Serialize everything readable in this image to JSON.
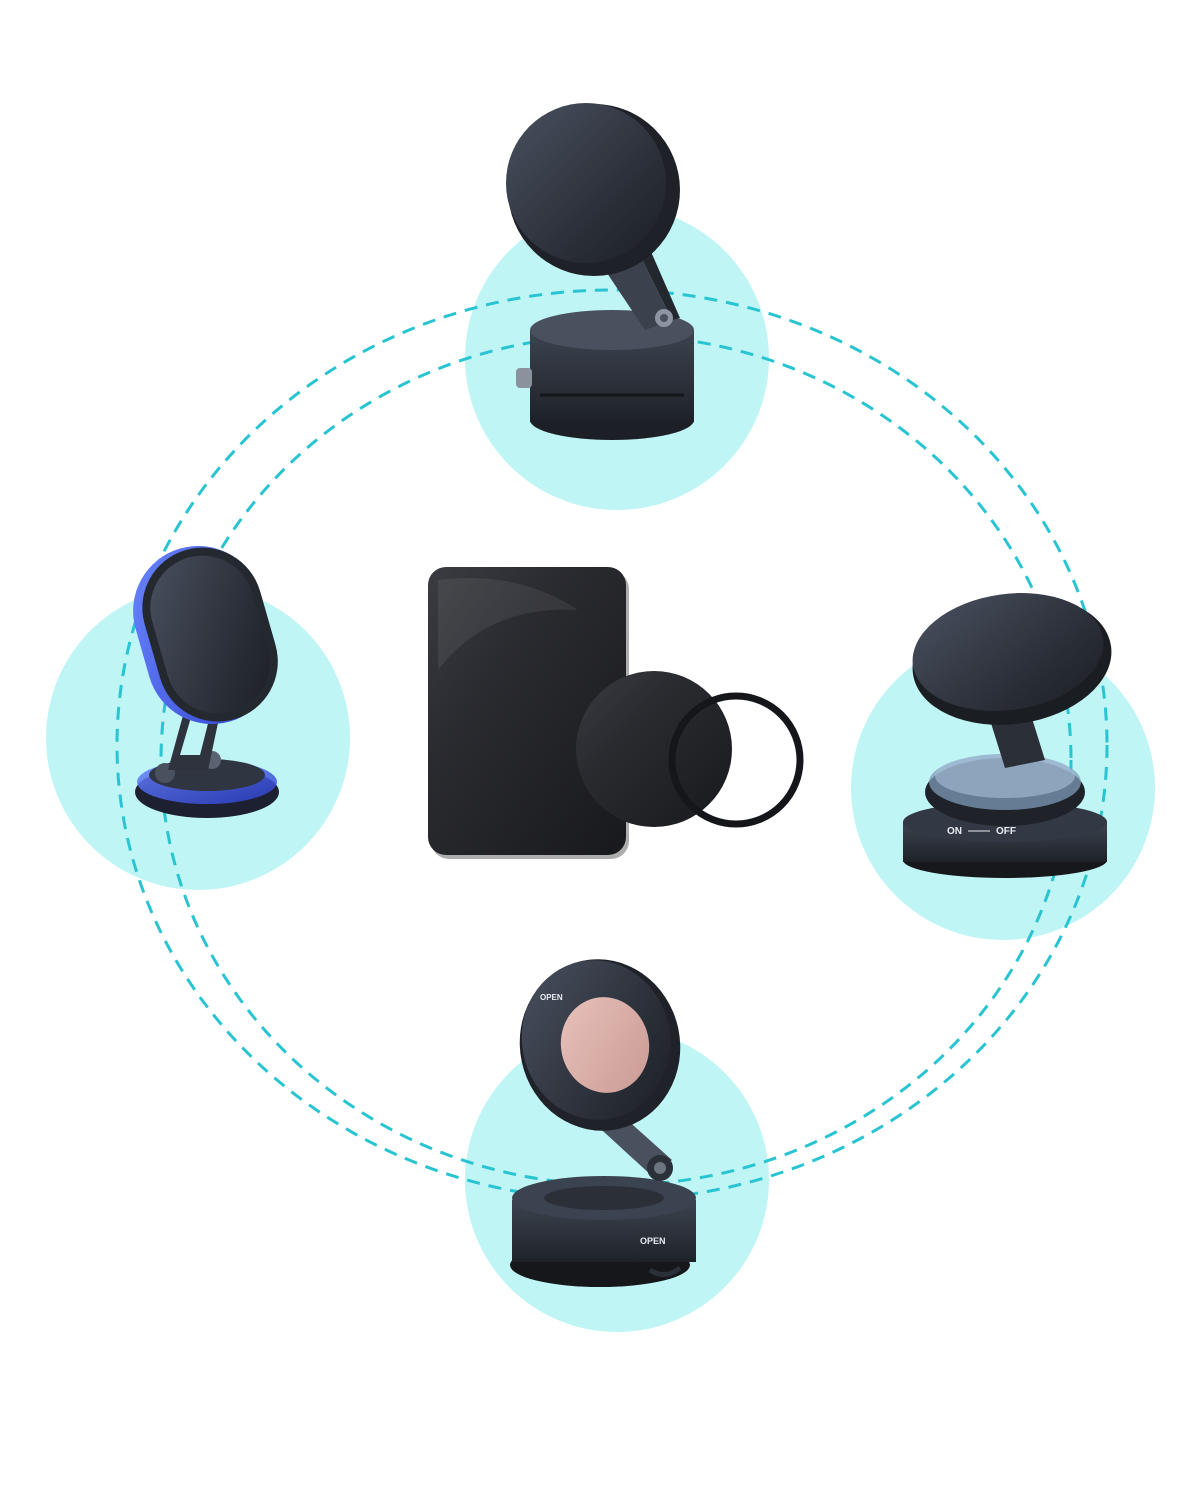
{
  "colors": {
    "background": "#ffffff",
    "circle_fill": "#bff5f5",
    "dash_ring": "#29c4d2",
    "metal_dark": "#2b2f36",
    "metal_mid": "#3a404b",
    "plate_black": "#1f2024",
    "pad_pink": "#d8b0aa",
    "accent_blue": "#4b6cff"
  },
  "products": {
    "top": {
      "icon": "round-magnetic-holder-icon"
    },
    "left": {
      "icon": "oval-magnetic-holder-icon"
    },
    "right": {
      "icon": "foldable-disc-holder-icon",
      "labels": {
        "on": "ON",
        "off": "OFF"
      }
    },
    "bottom": {
      "icon": "ring-magnet-holder-icon",
      "labels": {
        "open_dial": "OPEN",
        "open_base": "OPEN"
      }
    },
    "center": {
      "icon": "metal-plates-icon"
    }
  }
}
